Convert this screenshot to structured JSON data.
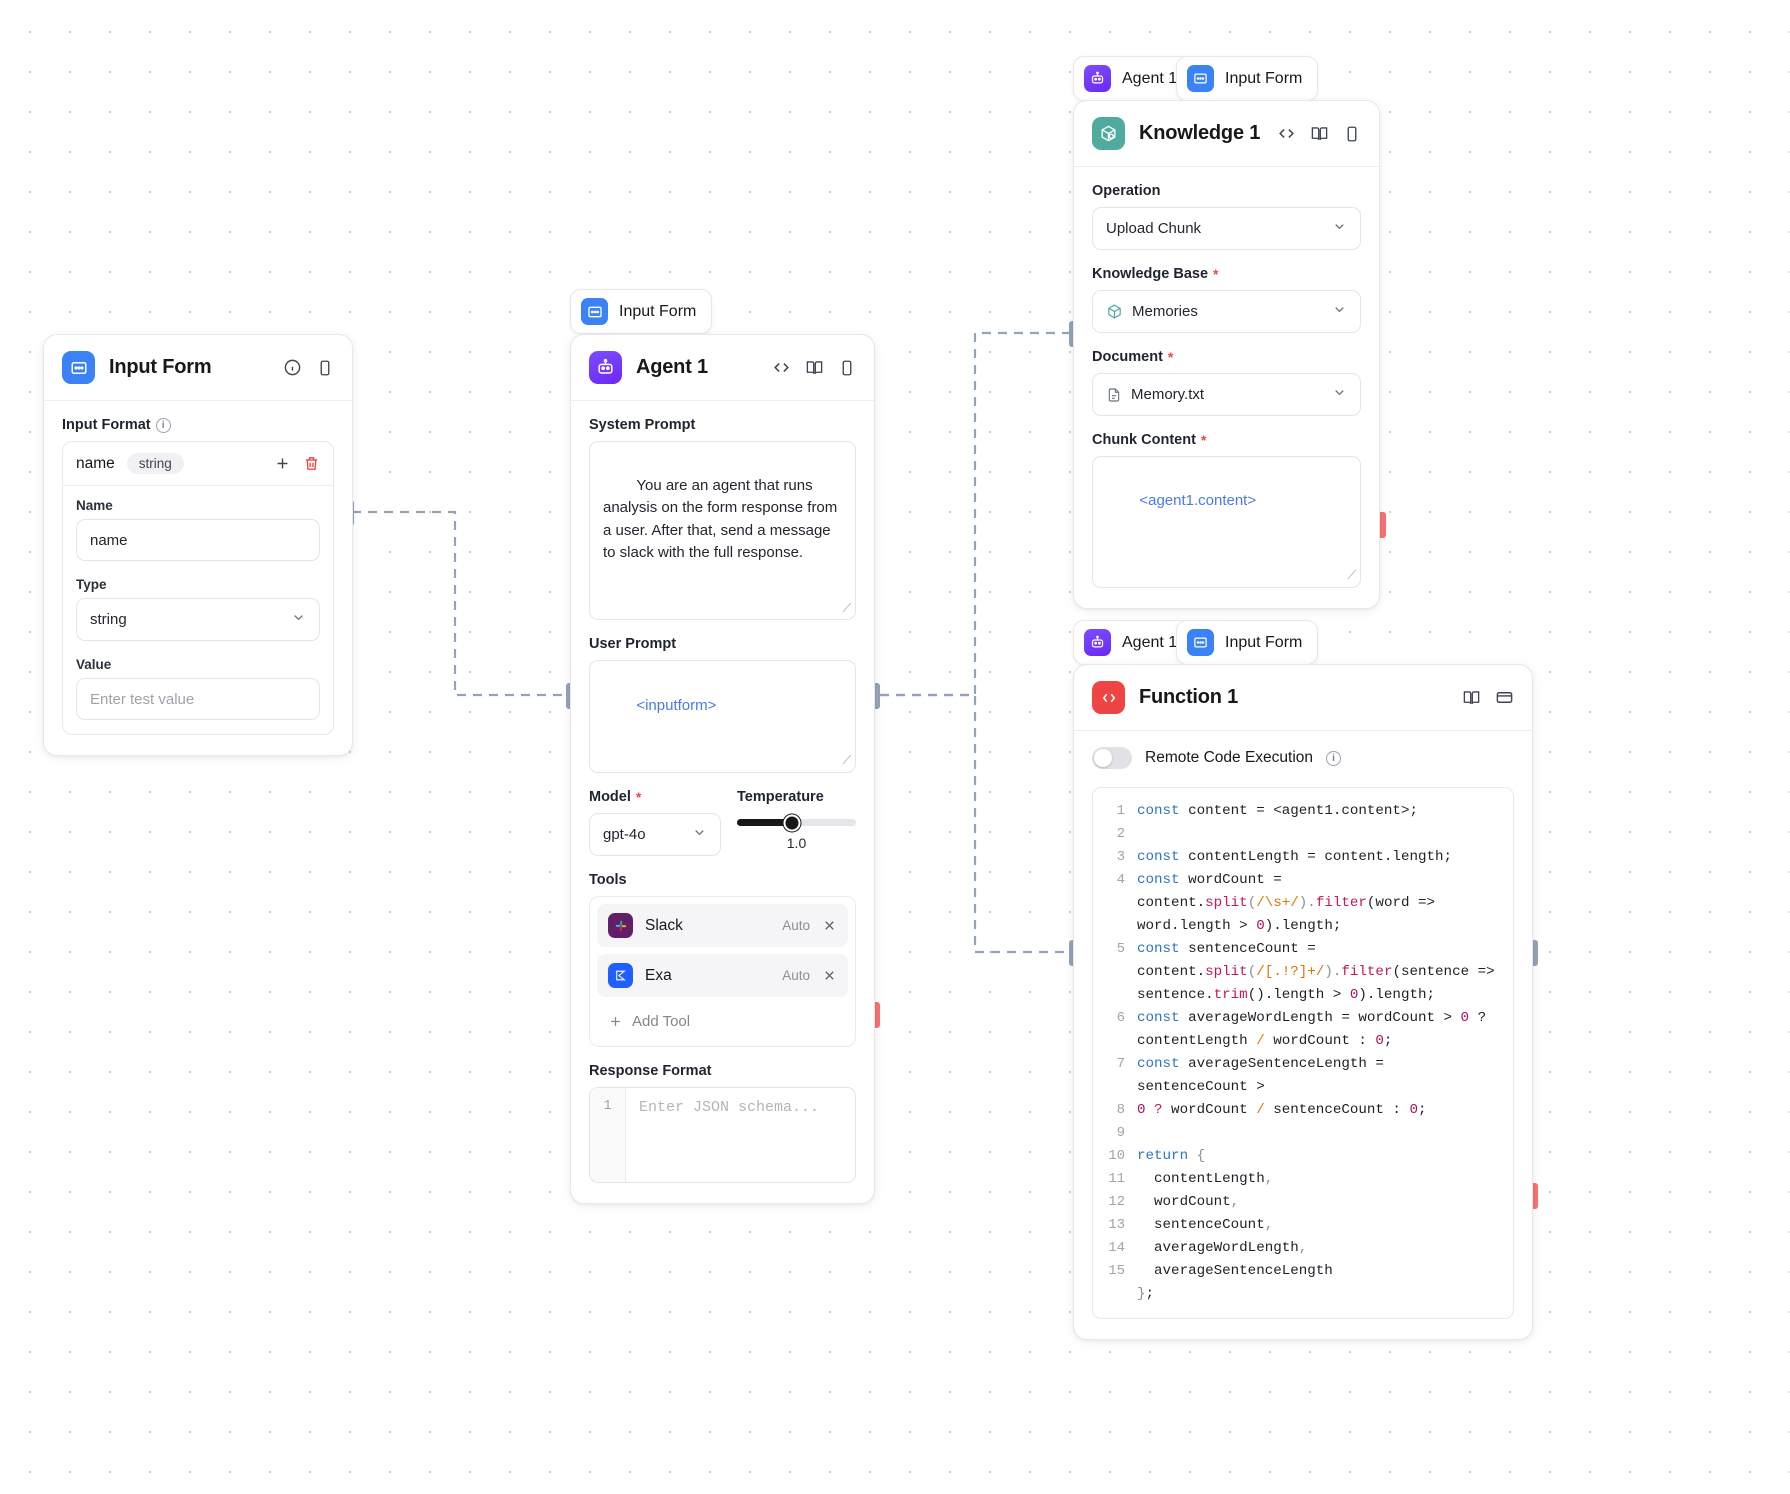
{
  "canvas": {
    "background": "#ffffff",
    "dot_color": "#d4d4d8",
    "edge_color": "#94a3b8"
  },
  "badges": [
    {
      "label": "Input Form",
      "icon": "input-form-icon",
      "color": "#3b82f6"
    },
    {
      "label": "Agent 1",
      "icon": "agent-icon",
      "color": "#6d28f5"
    },
    {
      "label": "Input Form",
      "icon": "input-form-icon",
      "color": "#3b82f6"
    },
    {
      "label": "Agent 1",
      "icon": "agent-icon",
      "color": "#6d28f5"
    },
    {
      "label": "Input Form",
      "icon": "input-form-icon",
      "color": "#3b82f6"
    }
  ],
  "input_form": {
    "title": "Input Form",
    "icon": "input-form-icon",
    "head_icons": [
      "info-icon",
      "phone-icon"
    ],
    "section_label": "Input Format",
    "section_info": "info-icon",
    "entry": {
      "name": "name",
      "type_pill": "string",
      "add_icon": "plus-icon",
      "delete_icon": "trash-icon"
    },
    "fields": [
      {
        "label": "Name",
        "value": "name",
        "kind": "text"
      },
      {
        "label": "Type",
        "value": "string",
        "kind": "select"
      },
      {
        "label": "Value",
        "value": "",
        "placeholder": "Enter test value",
        "kind": "text"
      }
    ]
  },
  "agent": {
    "title": "Agent 1",
    "icon": "agent-icon",
    "head_icons": [
      "code-icon",
      "book-icon",
      "phone-icon"
    ],
    "system_prompt_label": "System Prompt",
    "system_prompt": "You are an agent that runs analysis on the form response from a user. After that, send a message to slack with the full response.",
    "user_prompt_label": "User Prompt",
    "user_prompt": "<inputform>",
    "model_label": "Model",
    "model_required": "*",
    "model_value": "gpt-4o",
    "temperature_label": "Temperature",
    "temperature_value": "1.0",
    "temperature_percent": 46,
    "tools_label": "Tools",
    "tools": [
      {
        "name": "Slack",
        "mode": "Auto",
        "icon": "slack-icon",
        "color": "#611f69"
      },
      {
        "name": "Exa",
        "mode": "Auto",
        "icon": "exa-icon",
        "color": "#1f5eff"
      }
    ],
    "add_tool_label": "Add Tool",
    "response_format_label": "Response Format",
    "response_format_placeholder": "Enter JSON schema...",
    "response_format_line": "1"
  },
  "knowledge": {
    "title": "Knowledge 1",
    "icon": "knowledge-icon",
    "head_icons": [
      "code-icon",
      "book-icon",
      "phone-icon"
    ],
    "fields": [
      {
        "label": "Operation",
        "required": "",
        "value": "Upload Chunk",
        "kind": "select"
      },
      {
        "label": "Knowledge Base",
        "required": "*",
        "value": "Memories",
        "kind": "select",
        "icon": "knowledge-small-icon"
      },
      {
        "label": "Document",
        "required": "*",
        "value": "Memory.txt",
        "kind": "select",
        "icon": "document-icon"
      }
    ],
    "chunk_label": "Chunk Content",
    "chunk_required": "*",
    "chunk_value": "<agent1.content>"
  },
  "function": {
    "title": "Function 1",
    "icon": "function-icon",
    "head_icons": [
      "book-icon",
      "window-icon"
    ],
    "toggle_label": "Remote Code Execution",
    "toggle_info": "info-icon",
    "toggle_on": false,
    "line_numbers": [
      "1",
      "2",
      "3",
      "4",
      "",
      "",
      "5",
      "",
      "",
      "6",
      "",
      "7",
      "",
      "8",
      "9",
      "10",
      "11",
      "12",
      "13",
      "14",
      "15"
    ],
    "code_lines": [
      [
        {
          "t": "const ",
          "c": "k"
        },
        {
          "t": "content = <agent1.content>;",
          "c": ""
        }
      ],
      [],
      [
        {
          "t": "const ",
          "c": "k"
        },
        {
          "t": "contentLength = content.length;",
          "c": ""
        }
      ],
      [
        {
          "t": "const ",
          "c": "k"
        },
        {
          "t": "wordCount =",
          "c": ""
        }
      ],
      [
        {
          "t": "content.",
          "c": ""
        },
        {
          "t": "split",
          "c": "f"
        },
        {
          "t": "(",
          "c": "p"
        },
        {
          "t": "/\\s+/",
          "c": "r"
        },
        {
          "t": ").",
          "c": "p"
        },
        {
          "t": "filter",
          "c": "f"
        },
        {
          "t": "(word =>",
          "c": ""
        }
      ],
      [
        {
          "t": "word.length > ",
          "c": ""
        },
        {
          "t": "0",
          "c": "n"
        },
        {
          "t": ").length;",
          "c": ""
        }
      ],
      [
        {
          "t": "const ",
          "c": "k"
        },
        {
          "t": "sentenceCount =",
          "c": ""
        }
      ],
      [
        {
          "t": "content.",
          "c": ""
        },
        {
          "t": "split",
          "c": "f"
        },
        {
          "t": "(",
          "c": "p"
        },
        {
          "t": "/[.!?]+/",
          "c": "r"
        },
        {
          "t": ").",
          "c": "p"
        },
        {
          "t": "filter",
          "c": "f"
        },
        {
          "t": "(sentence =>",
          "c": ""
        }
      ],
      [
        {
          "t": "sentence.",
          "c": ""
        },
        {
          "t": "trim",
          "c": "f"
        },
        {
          "t": "().length > ",
          "c": ""
        },
        {
          "t": "0",
          "c": "n"
        },
        {
          "t": ").length;",
          "c": ""
        }
      ],
      [
        {
          "t": "const ",
          "c": "k"
        },
        {
          "t": "averageWordLength = wordCount > ",
          "c": ""
        },
        {
          "t": "0",
          "c": "n"
        },
        {
          "t": " ?",
          "c": ""
        }
      ],
      [
        {
          "t": "contentLength ",
          "c": ""
        },
        {
          "t": "/",
          "c": "r"
        },
        {
          "t": " wordCount : ",
          "c": ""
        },
        {
          "t": "0",
          "c": "n"
        },
        {
          "t": ";",
          "c": ""
        }
      ],
      [
        {
          "t": "const ",
          "c": "k"
        },
        {
          "t": "averageSentenceLength = sentenceCount >",
          "c": ""
        }
      ],
      [
        {
          "t": "0",
          "c": "n"
        },
        {
          "t": " ?",
          "c": "f"
        },
        {
          "t": " wordCount ",
          "c": ""
        },
        {
          "t": "/",
          "c": "r"
        },
        {
          "t": " sentenceCount : ",
          "c": ""
        },
        {
          "t": "0",
          "c": "n"
        },
        {
          "t": ";",
          "c": ""
        }
      ],
      [],
      [
        {
          "t": "return ",
          "c": "k"
        },
        {
          "t": "{",
          "c": "p"
        }
      ],
      [
        {
          "t": "  contentLength",
          "c": ""
        },
        {
          "t": ",",
          "c": "p"
        }
      ],
      [
        {
          "t": "  wordCount",
          "c": ""
        },
        {
          "t": ",",
          "c": "p"
        }
      ],
      [
        {
          "t": "  sentenceCount",
          "c": ""
        },
        {
          "t": ",",
          "c": "p"
        }
      ],
      [
        {
          "t": "  averageWordLength",
          "c": ""
        },
        {
          "t": ",",
          "c": "p"
        }
      ],
      [
        {
          "t": "  averageSentenceLength",
          "c": ""
        }
      ],
      [
        {
          "t": "}",
          "c": "p"
        },
        {
          "t": ";",
          "c": ""
        }
      ]
    ]
  }
}
